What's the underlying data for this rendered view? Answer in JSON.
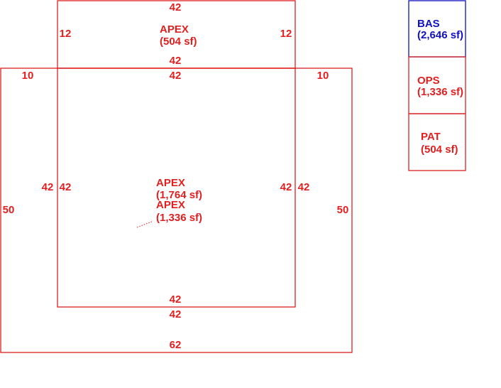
{
  "colors": {
    "primary": "#e02020",
    "accent": "#1010c0",
    "background": "#ffffff"
  },
  "sketch": {
    "outer_area": {
      "dim_top_left": "10",
      "dim_top_right": "10",
      "dim_left": "50",
      "dim_right": "50",
      "dim_bottom": "62"
    },
    "apex_top": {
      "dim_top": "42",
      "dim_left": "12",
      "dim_right": "12",
      "dim_bottom": "42",
      "label_name": "APEX",
      "label_area": "(504 sf)"
    },
    "apex_center": {
      "dim_top": "42",
      "dim_left_outer": "42",
      "dim_left_inner": "42",
      "dim_right_inner": "42",
      "dim_right_outer": "42",
      "dim_bottom_inner": "42",
      "dim_bottom_outer": "42",
      "label1_name": "APEX",
      "label1_area": "(1,764 sf)",
      "label2_name": "APEX",
      "label2_area": "(1,336 sf)"
    }
  },
  "legend": [
    {
      "code": "BAS",
      "area": "(2,646 sf)",
      "color": "#1010c0"
    },
    {
      "code": "OPS",
      "area": "(1,336 sf)",
      "color": "#e02020"
    },
    {
      "code": "PAT",
      "area": "(504 sf)",
      "color": "#e02020"
    }
  ]
}
